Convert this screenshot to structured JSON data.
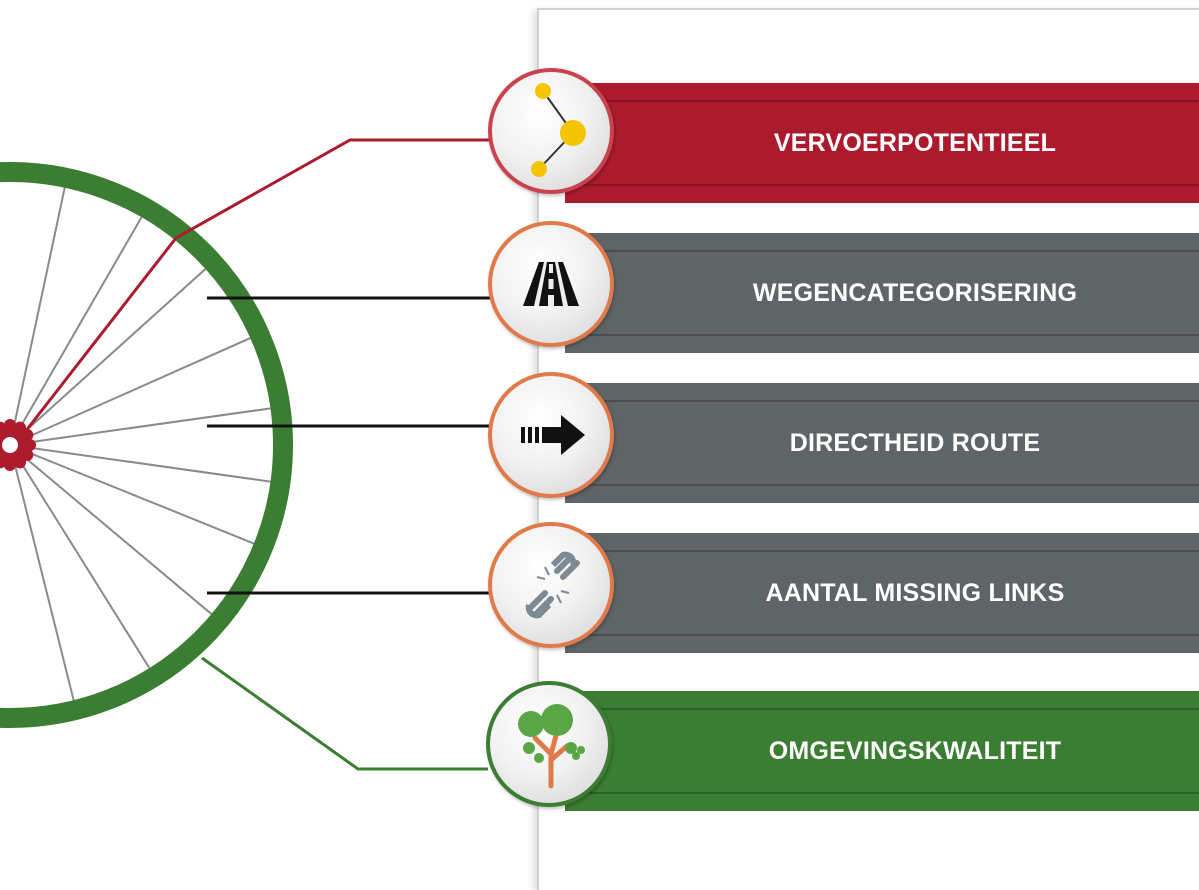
{
  "categories": [
    {
      "label": "VERVOERPOTENTIEEL",
      "icon": "network-nodes-icon",
      "bar_color": "#ac1a2d",
      "ring_color": "#c9434f"
    },
    {
      "label": "WEGENCATEGORISERING",
      "icon": "road-icon",
      "bar_color": "#5f6466",
      "ring_color": "#e07a4a"
    },
    {
      "label": "DIRECTHEID ROUTE",
      "icon": "arrow-right-icon",
      "bar_color": "#5f6466",
      "ring_color": "#e07a4a"
    },
    {
      "label": "AANTAL MISSING LINKS",
      "icon": "broken-link-icon",
      "bar_color": "#5f6466",
      "ring_color": "#e07a4a"
    },
    {
      "label": "OMGEVINGSKWALITEIT",
      "icon": "tree-icon",
      "bar_color": "#3b7d32",
      "ring_color": "#3b7d32"
    }
  ],
  "wheel": {
    "rim_color": "#3b7d32",
    "hub_color": "#ac1a2d",
    "spoke_color": "#8a8a8a"
  }
}
